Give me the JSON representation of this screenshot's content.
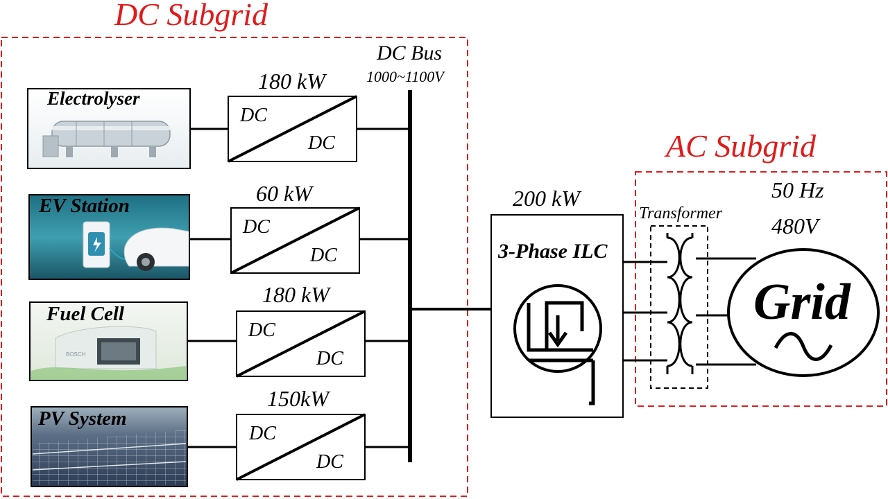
{
  "dc_subgrid": {
    "title": "DC Subgrid",
    "bus_label": "DC Bus",
    "bus_voltage": "1000~1100V",
    "sources": [
      {
        "name": "Electrolyser",
        "rating": "180 kW",
        "converter_in": "DC",
        "converter_out": "DC"
      },
      {
        "name": "EV Station",
        "rating": "60 kW",
        "converter_in": "DC",
        "converter_out": "DC"
      },
      {
        "name": "Fuel Cell",
        "rating": "180 kW",
        "converter_in": "DC",
        "converter_out": "DC"
      },
      {
        "name": "PV System",
        "rating": "150kW",
        "converter_in": "DC",
        "converter_out": "DC"
      }
    ]
  },
  "ilc": {
    "rating": "200 kW",
    "label": "3-Phase ILC"
  },
  "ac_subgrid": {
    "title": "AC Subgrid",
    "transformer_label": "Transformer",
    "frequency": "50 Hz",
    "voltage": "480V",
    "grid_label": "Grid",
    "grid_symbol": "~"
  },
  "colors": {
    "subgrid_border": "#e01b1b",
    "line": "#000000"
  }
}
